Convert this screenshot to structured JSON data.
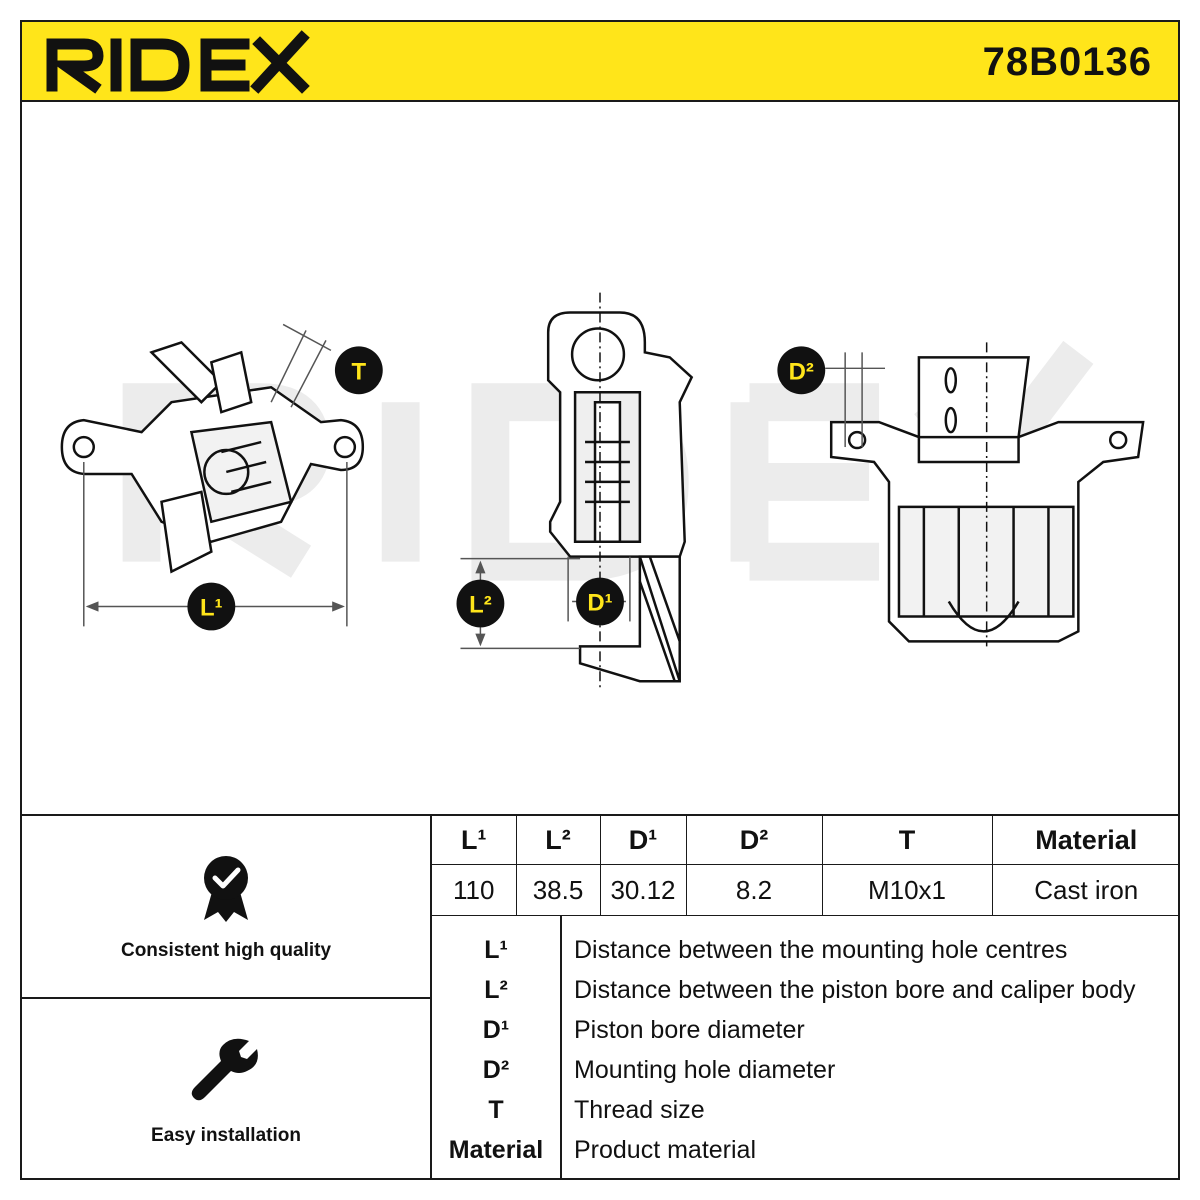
{
  "brand": {
    "name": "RIDEX",
    "color": "#ffe51a"
  },
  "part_number": "78B0136",
  "drawing": {
    "labels": {
      "L1": "L¹",
      "L2": "L²",
      "D1": "D¹",
      "D2": "D²",
      "T": "T"
    }
  },
  "features": [
    {
      "icon": "quality-badge-icon",
      "label": "Consistent high quality"
    },
    {
      "icon": "wrench-icon",
      "label": "Easy installation"
    }
  ],
  "spec_table": {
    "headers": [
      "L¹",
      "L²",
      "D¹",
      "D²",
      "T",
      "Material"
    ],
    "values": [
      "110",
      "38.5",
      "30.12",
      "8.2",
      "M10x1",
      "Cast iron"
    ]
  },
  "legend": [
    {
      "key": "L¹",
      "text": "Distance between the mounting hole centres"
    },
    {
      "key": "L²",
      "text": "Distance between the piston bore and caliper body"
    },
    {
      "key": "D¹",
      "text": "Piston bore diameter"
    },
    {
      "key": "D²",
      "text": "Mounting hole diameter"
    },
    {
      "key": "T",
      "text": "Thread size"
    },
    {
      "key": "Material",
      "text": "Product material"
    }
  ]
}
